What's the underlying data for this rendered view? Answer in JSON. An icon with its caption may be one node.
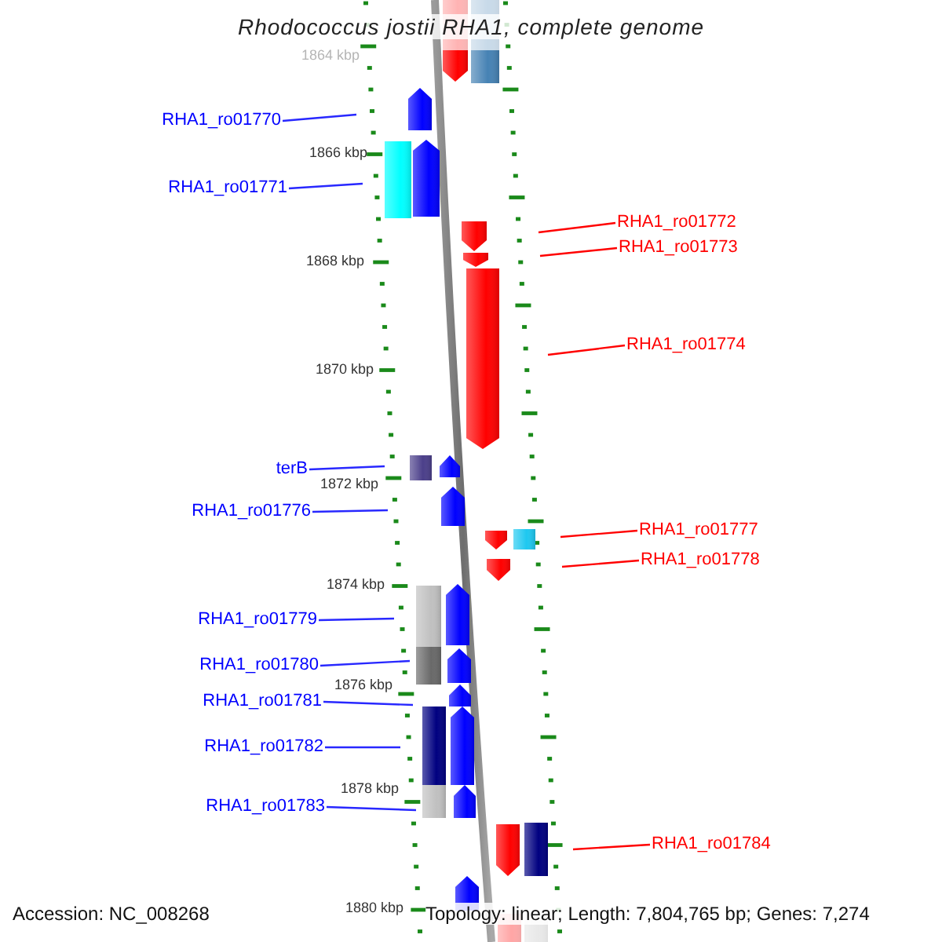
{
  "diagram": {
    "title": "Rhodococcus jostii RHA1, complete genome",
    "nodes": [
      {
        "text": [
          "RHA1_ro01770"
        ]
      },
      {
        "text": [
          "RHA1_ro01771"
        ]
      },
      {
        "text": [
          "RHA1_ro01772"
        ]
      },
      {
        "text": [
          "RHA1_ro01773"
        ]
      },
      {
        "text": [
          "RHA1_ro01774"
        ]
      },
      {
        "text": [
          "terB"
        ]
      },
      {
        "text": [
          "RHA1_ro01776"
        ]
      },
      {
        "text": [
          "RHA1_ro01777"
        ]
      },
      {
        "text": [
          "RHA1_ro01778"
        ]
      },
      {
        "text": [
          "RHA1_ro01779"
        ]
      },
      {
        "text": [
          "RHA1_ro01780"
        ]
      },
      {
        "text": [
          "RHA1_ro01781"
        ]
      },
      {
        "text": [
          "RHA1_ro01782"
        ]
      },
      {
        "text": [
          "RHA1_ro01783"
        ]
      },
      {
        "text": [
          "RHA1_ro01784"
        ]
      }
    ],
    "edges": [
      {
        "from": 0,
        "to": null,
        "arrow": "none"
      },
      {
        "from": 1,
        "to": null,
        "arrow": "none"
      },
      {
        "from": 2,
        "to": null,
        "arrow": "none",
        "color": "#ff0000"
      },
      {
        "from": 3,
        "to": null,
        "arrow": "none",
        "color": "#ff0000"
      },
      {
        "from": 4,
        "to": null,
        "arrow": "none",
        "color": "#ff0000"
      },
      {
        "from": 5,
        "to": null,
        "arrow": "none"
      },
      {
        "from": 6,
        "to": null,
        "arrow": "none"
      },
      {
        "from": 7,
        "to": null,
        "arrow": "none",
        "color": "#ff0000"
      },
      {
        "from": 8,
        "to": null,
        "arrow": "none",
        "color": "#ff0000"
      },
      {
        "from": 9,
        "to": null,
        "arrow": "none"
      },
      {
        "from": 10,
        "to": null,
        "arrow": "none"
      },
      {
        "from": 11,
        "to": null,
        "arrow": "none"
      },
      {
        "from": 12,
        "to": null,
        "arrow": "none"
      },
      {
        "from": 13,
        "to": null,
        "arrow": "none"
      },
      {
        "from": 14,
        "to": null,
        "arrow": "none",
        "color": "#ff0000"
      }
    ],
    "labels": [
      "1864 kbp",
      "1866 kbp",
      "1868 kbp",
      "1870 kbp",
      "1872 kbp",
      "1874 kbp",
      "1876 kbp",
      "1878 kbp",
      "1880 kbp",
      "Accession: NC_008268",
      "Topology: linear; Length: 7,804,765 bp; Genes: 7,274"
    ]
  }
}
